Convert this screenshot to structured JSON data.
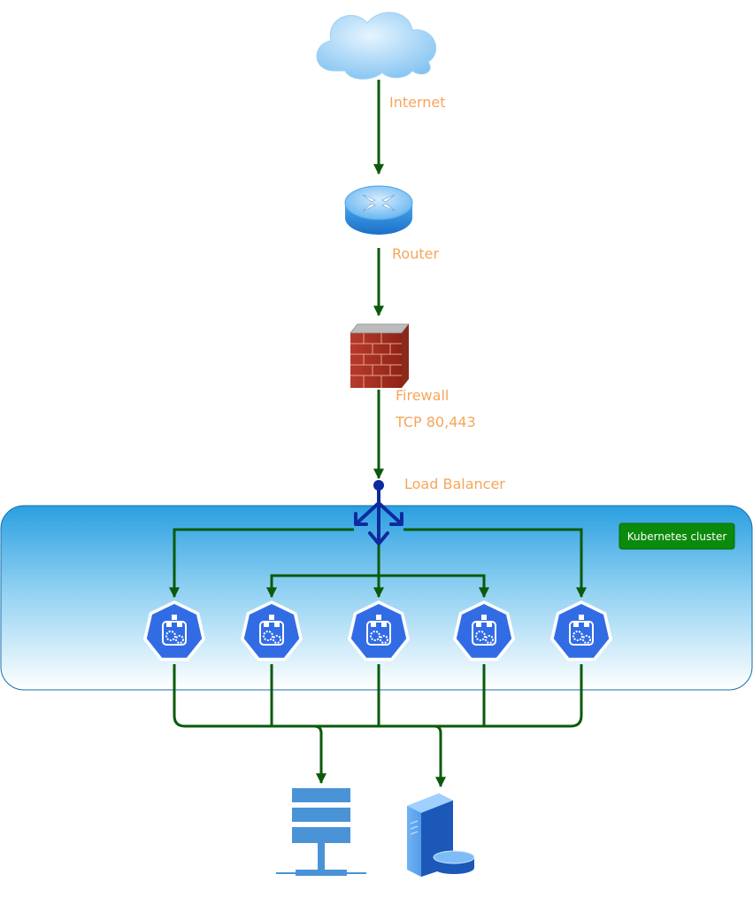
{
  "colors": {
    "connector": "#0a5a0a",
    "label": "#f5a65b",
    "lb_blue": "#0d2a9e",
    "cluster_top": "#2a9fe0",
    "cluster_bottom": "#ffffff",
    "cluster_border": "#1a6ea8",
    "badge": "#0b8a0b",
    "k8s": "#326ce5"
  },
  "nodes": {
    "internet": {
      "label": "Internet",
      "icon": "cloud-icon"
    },
    "router": {
      "label": "Router",
      "icon": "router-icon"
    },
    "firewall": {
      "label": "Firewall",
      "sublabel": "TCP 80,443",
      "icon": "firewall-icon"
    },
    "load_balancer": {
      "label": "Load Balancer",
      "icon": "load-balancer-icon"
    },
    "cluster": {
      "label": "Kubernetes cluster"
    },
    "k8s_nodes": [
      {
        "icon": "kubernetes-icon"
      },
      {
        "icon": "kubernetes-icon"
      },
      {
        "icon": "kubernetes-icon"
      },
      {
        "icon": "kubernetes-icon"
      },
      {
        "icon": "kubernetes-icon"
      }
    ],
    "storage_server": {
      "icon": "rack-server-icon"
    },
    "database_server": {
      "icon": "database-server-icon"
    }
  }
}
